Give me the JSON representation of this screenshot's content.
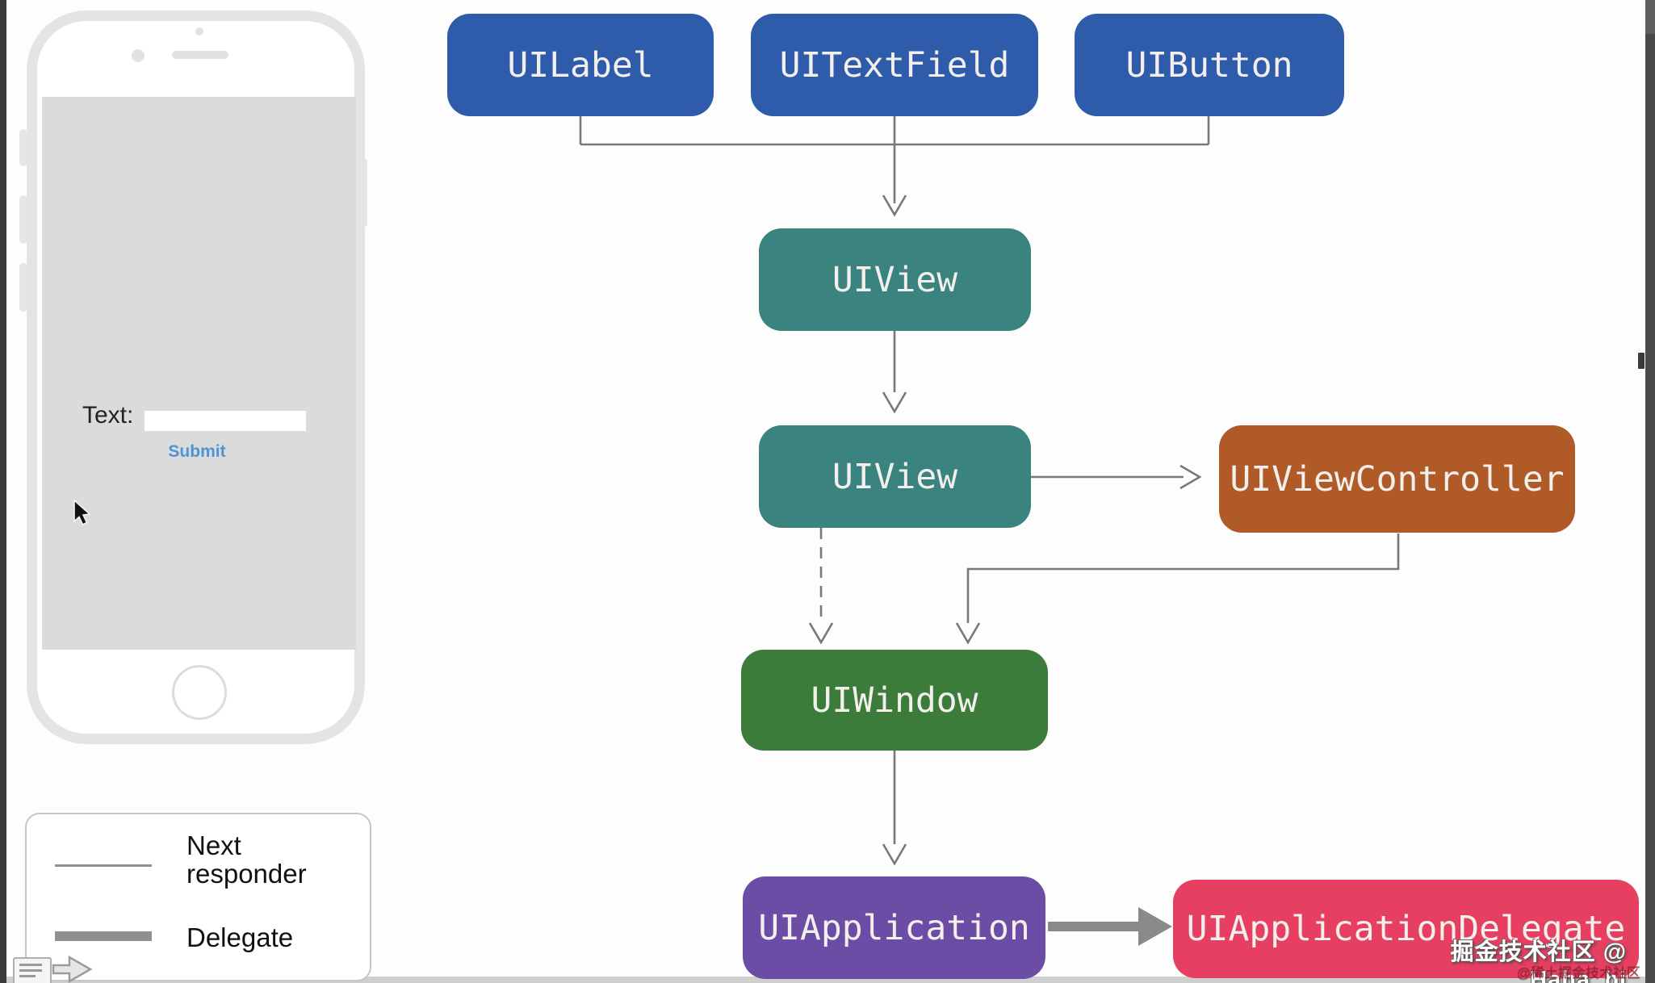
{
  "diagram": {
    "connector_color": "#787878",
    "thick_arrow_color": "#8a8a8a",
    "node_text_color": "#f2efec",
    "nodes": {
      "uilabel": {
        "label": "UILabel",
        "color": "#2e5cab"
      },
      "uitextfield": {
        "label": "UITextField",
        "color": "#2e5cab"
      },
      "uibutton": {
        "label": "UIButton",
        "color": "#2e5cab"
      },
      "uiview_top": {
        "label": "UIView",
        "color": "#3a837e"
      },
      "uiview_mid": {
        "label": "UIView",
        "color": "#3a837e"
      },
      "uiviewcontroller": {
        "label": "UIViewController",
        "color": "#b05a28"
      },
      "uiwindow": {
        "label": "UIWindow",
        "color": "#3c7c3b"
      },
      "uiapplication": {
        "label": "UIApplication",
        "color": "#6b4da5"
      },
      "uiapplicationdelegate": {
        "label": "UIApplicationDelegate",
        "color": "#e63f62"
      }
    }
  },
  "phone": {
    "form": {
      "text_label": "Text:",
      "input_value": "",
      "submit_label": "Submit",
      "submit_color": "#4e93d4"
    }
  },
  "legend": {
    "items": [
      {
        "label": "Next responder",
        "line_style": "thin"
      },
      {
        "label": "Delegate",
        "line_style": "thick"
      }
    ]
  },
  "watermark": {
    "primary": "掘金技术社区 @ Haha_bj",
    "secondary": "@稀土掘金技术社区"
  }
}
